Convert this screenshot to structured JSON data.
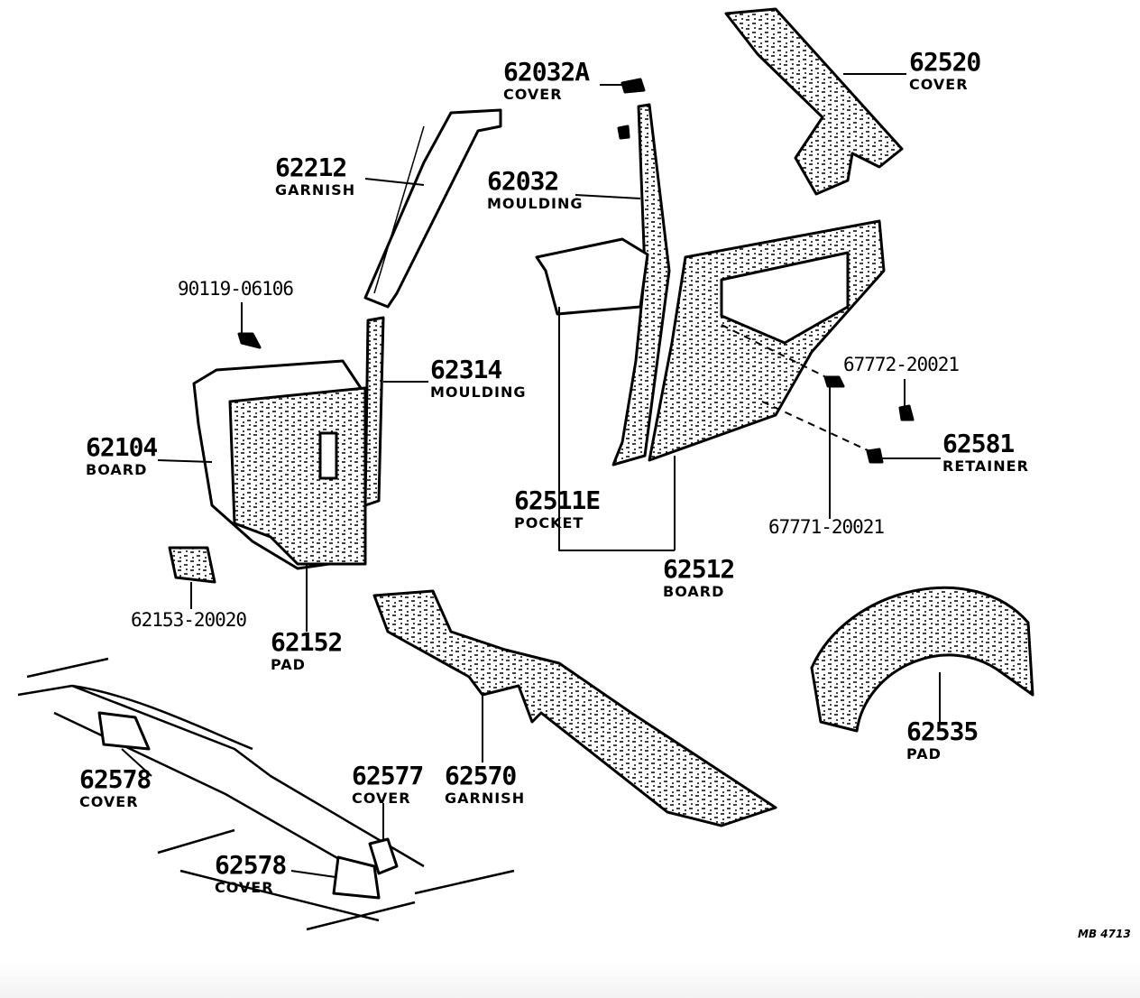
{
  "parts": [
    {
      "id": "p1",
      "number": "62032A",
      "name": "COVER"
    },
    {
      "id": "p2",
      "number": "62520",
      "name": "COVER"
    },
    {
      "id": "p3",
      "number": "62212",
      "name": "GARNISH"
    },
    {
      "id": "p4",
      "number": "62032",
      "name": "MOULDING"
    },
    {
      "id": "p5",
      "number": "90119-06106",
      "name": ""
    },
    {
      "id": "p6",
      "number": "62314",
      "name": "MOULDING"
    },
    {
      "id": "p7",
      "number": "67772-20021",
      "name": ""
    },
    {
      "id": "p8",
      "number": "62104",
      "name": "BOARD"
    },
    {
      "id": "p9",
      "number": "62581",
      "name": "RETAINER"
    },
    {
      "id": "p10",
      "number": "62511E",
      "name": "POCKET"
    },
    {
      "id": "p11",
      "number": "67771-20021",
      "name": ""
    },
    {
      "id": "p12",
      "number": "62512",
      "name": "BOARD"
    },
    {
      "id": "p13",
      "number": "62153-20020",
      "name": ""
    },
    {
      "id": "p14",
      "number": "62152",
      "name": "PAD"
    },
    {
      "id": "p15",
      "number": "62535",
      "name": "PAD"
    },
    {
      "id": "p16",
      "number": "62578",
      "name": "COVER"
    },
    {
      "id": "p17",
      "number": "62577",
      "name": "COVER"
    },
    {
      "id": "p18",
      "number": "62570",
      "name": "GARNISH"
    },
    {
      "id": "p19",
      "number": "62578",
      "name": "COVER"
    }
  ],
  "drawing_code": "MB 4713"
}
